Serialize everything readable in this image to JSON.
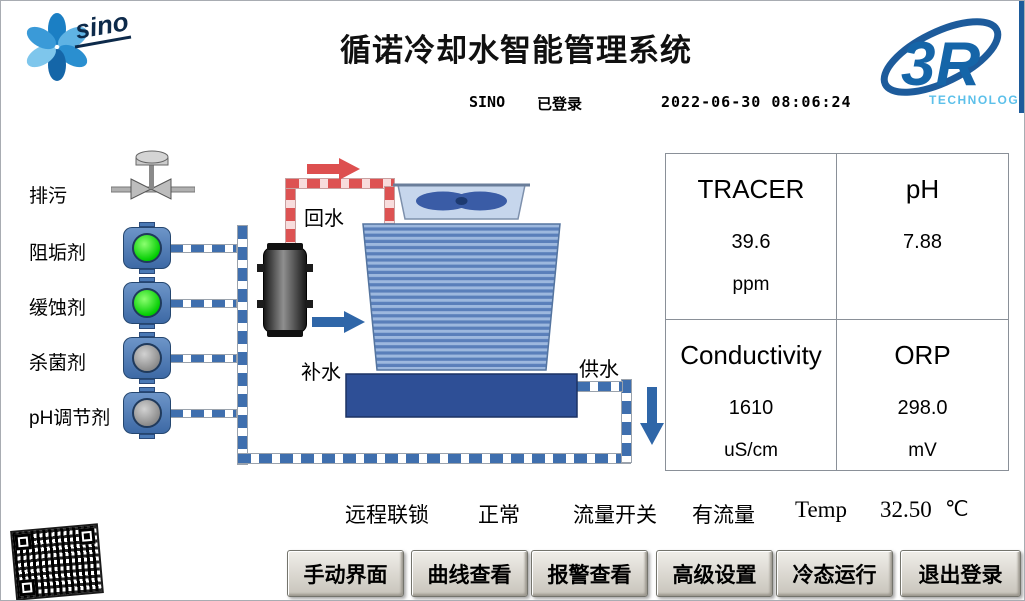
{
  "header": {
    "title": "循诺冷却水智能管理系统",
    "logo_sino_text": "sino",
    "logo_3r_text": "3R",
    "logo_3r_sub": "TECHNOLOGY",
    "session": {
      "user": "SINO",
      "status": "已登录",
      "datetime": "2022-06-30  08:06:24"
    }
  },
  "diagram": {
    "drain_label": "排污",
    "pumps": [
      {
        "label": "阻垢剂",
        "state": "on"
      },
      {
        "label": "缓蚀剂",
        "state": "on"
      },
      {
        "label": "杀菌剂",
        "state": "off"
      },
      {
        "label": "pH调节剂",
        "state": "off"
      }
    ],
    "return_water_label": "回水",
    "makeup_water_label": "补水",
    "supply_water_label": "供水"
  },
  "panel": {
    "cells": [
      {
        "name": "TRACER",
        "value": "39.6",
        "unit": "ppm"
      },
      {
        "name": "pH",
        "value": "7.88",
        "unit": ""
      },
      {
        "name": "Conductivity",
        "value": "1610",
        "unit": "uS/cm"
      },
      {
        "name": "ORP",
        "value": "298.0",
        "unit": "mV"
      }
    ]
  },
  "status_bar": {
    "interlock_label": "远程联锁",
    "interlock_value": "正常",
    "flow_label": "流量开关",
    "flow_value": "有流量",
    "temp_label": "Temp",
    "temp_value": "32.50",
    "temp_unit": "℃"
  },
  "buttons": [
    {
      "label": "手动界面"
    },
    {
      "label": "曲线查看"
    },
    {
      "label": "报警查看"
    },
    {
      "label": "高级设置"
    },
    {
      "label": "冷态运行"
    },
    {
      "label": "退出登录"
    }
  ],
  "colors": {
    "pump_on": "#00cc00",
    "pump_off": "#8a8a8a",
    "pipe_water": "#3f6fae",
    "pipe_return": "#dd5252",
    "brand_blue": "#1565a8",
    "basin_blue": "#2e4f96"
  }
}
